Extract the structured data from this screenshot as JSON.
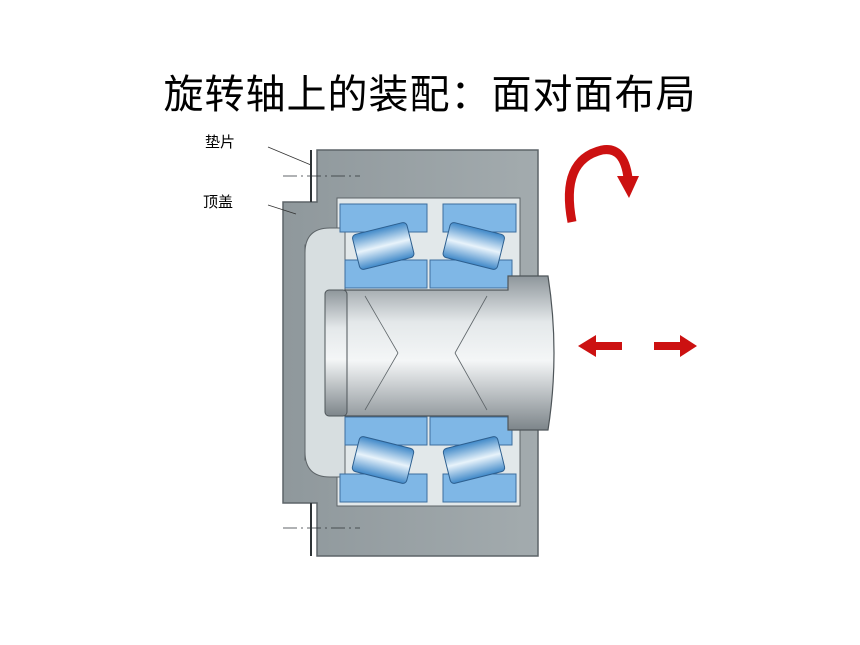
{
  "title": "旋转轴上的装配：面对面布局",
  "labels": {
    "shim": "垫片",
    "end_cap": "顶盖"
  },
  "colors": {
    "housing": "#9aa3a6",
    "bearing_blue": "#7fb7e6",
    "shaft": "#c4c9cd",
    "arrow": "#cc1111"
  },
  "icons": {
    "rotation": "curved-arrow-icon",
    "axial_left": "arrow-left-icon",
    "axial_right": "arrow-right-icon"
  }
}
